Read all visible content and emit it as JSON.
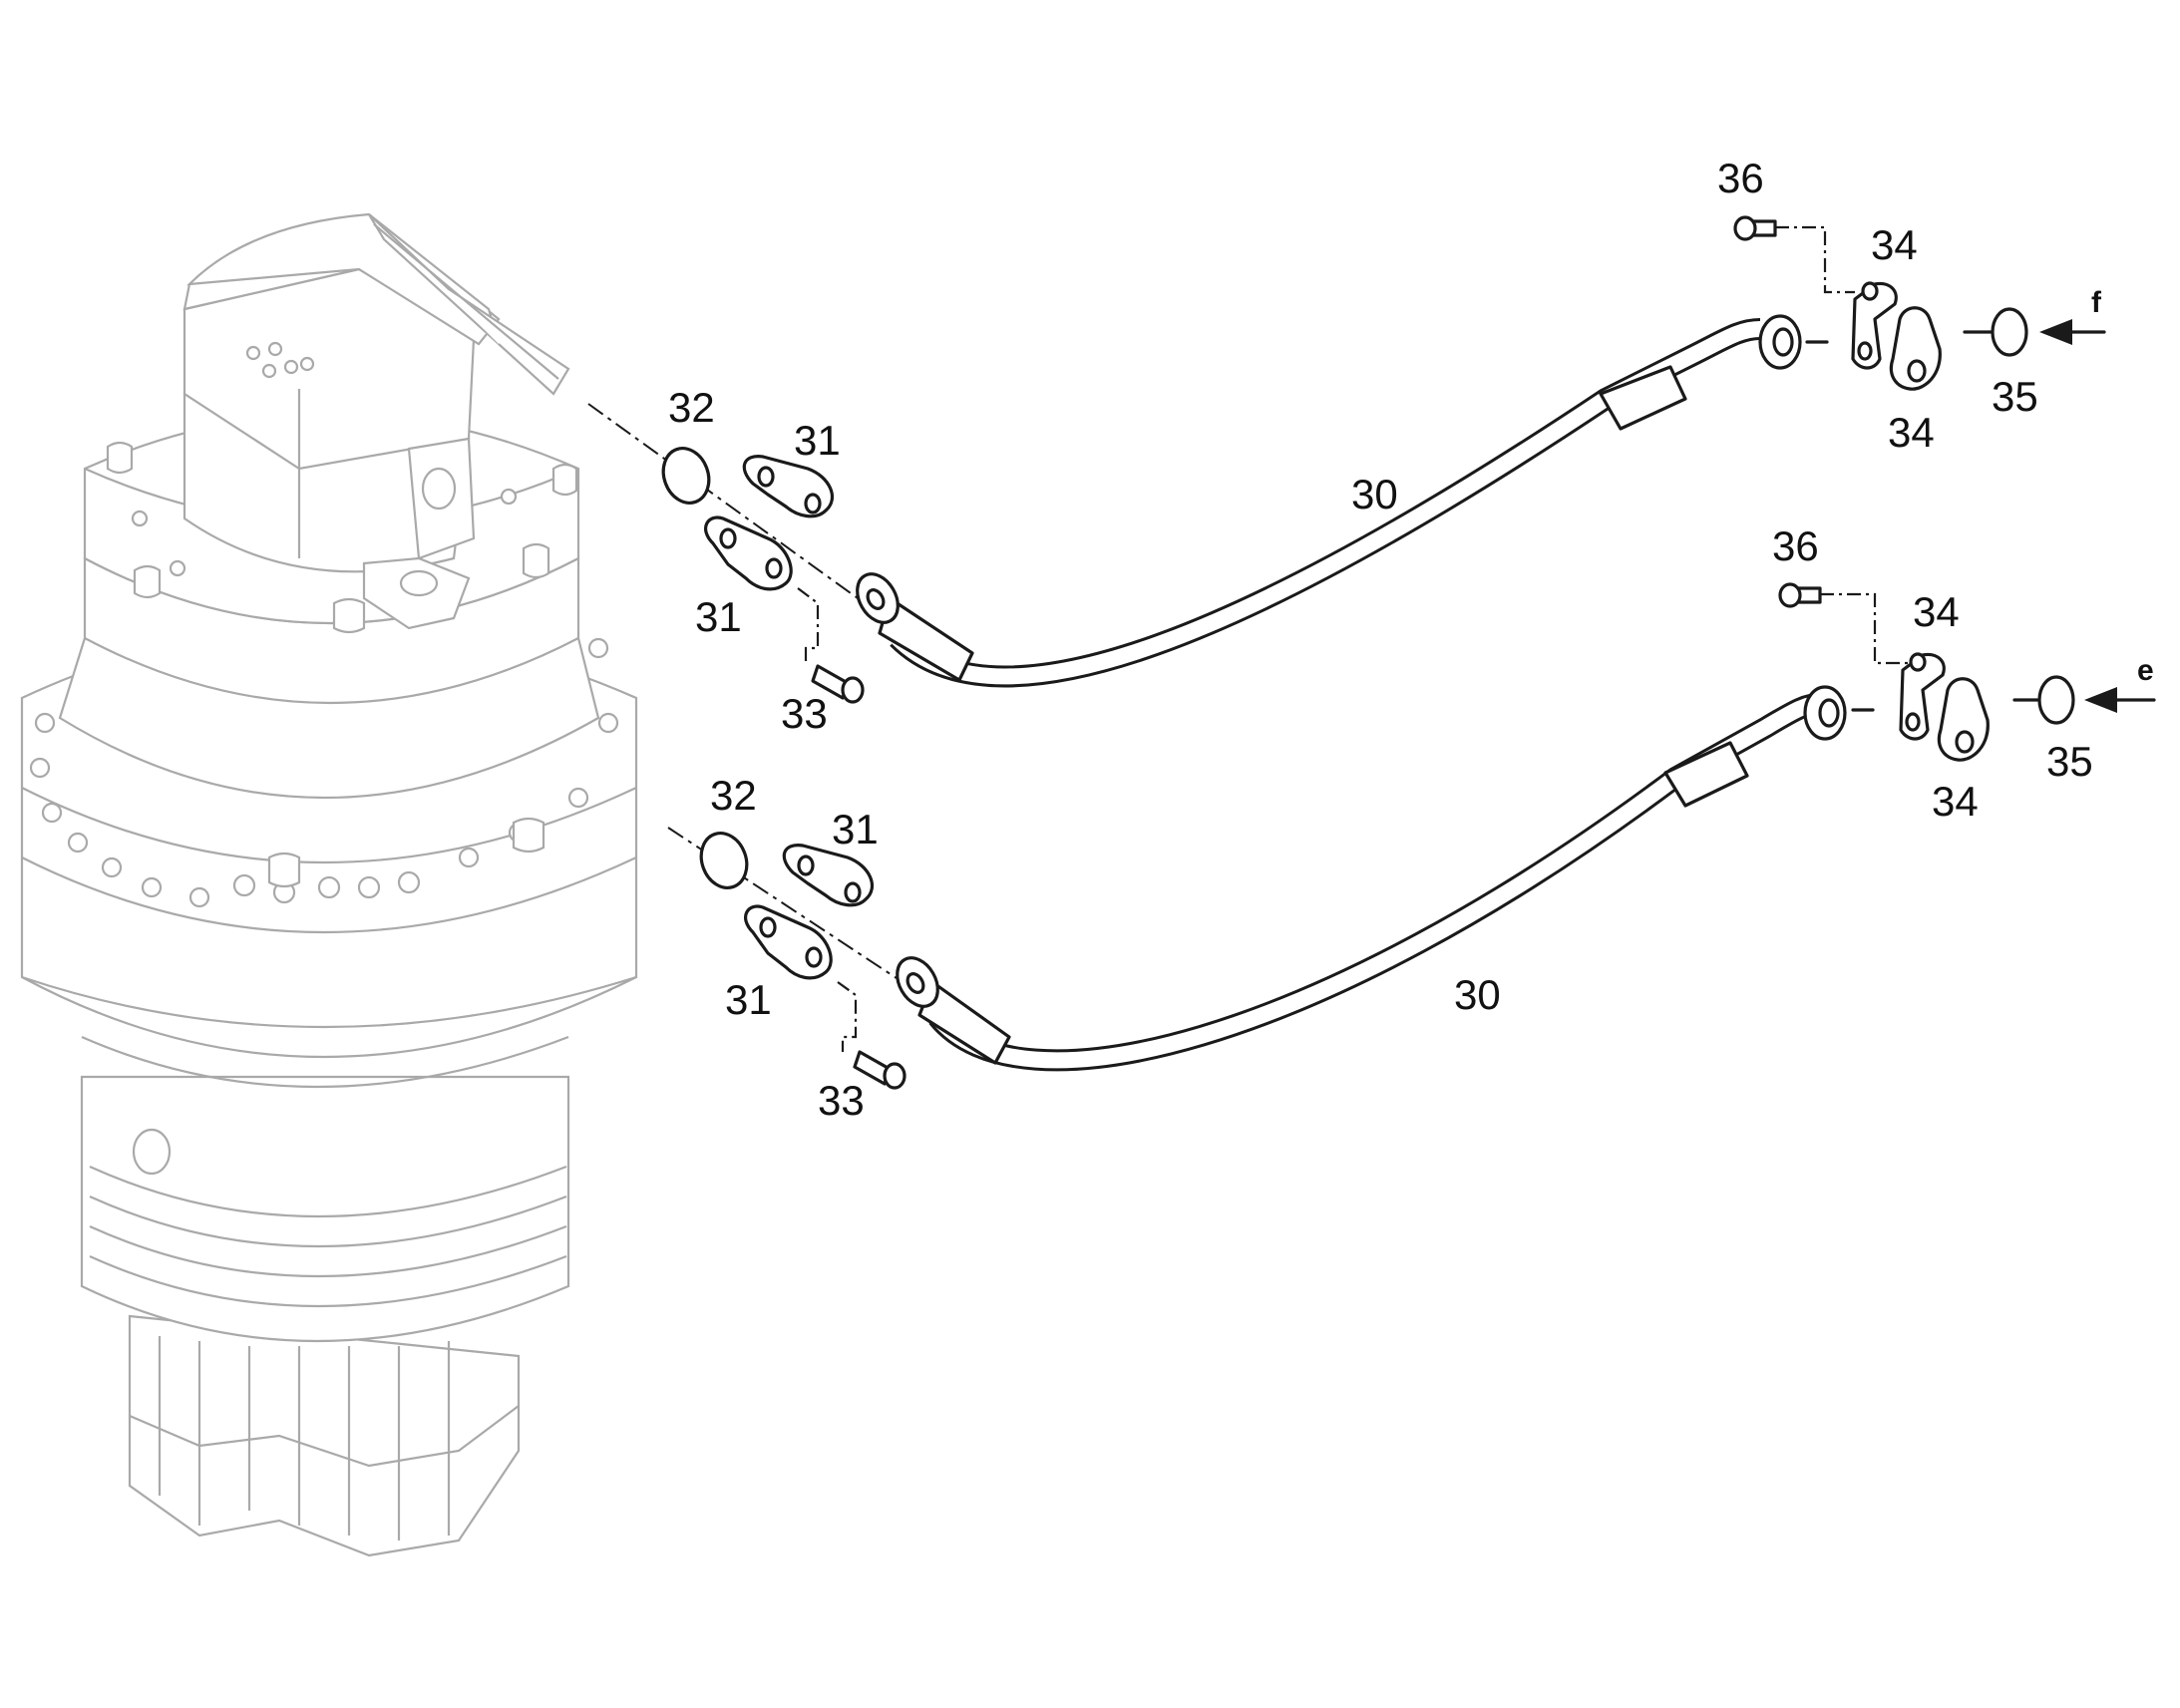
{
  "labels": {
    "hose_upper": "30",
    "hose_lower": "30",
    "flange_half_upper_a": "31",
    "flange_half_upper_b": "31",
    "flange_half_lower_a": "31",
    "flange_half_lower_b": "31",
    "oring_upper_left": "32",
    "oring_lower_left": "32",
    "screw_upper_left": "33",
    "screw_lower_left": "33",
    "clamp_upper_a": "34",
    "clamp_upper_b": "34",
    "clamp_lower_a": "34",
    "clamp_lower_b": "34",
    "oring_upper_right": "35",
    "oring_lower_right": "35",
    "screw_upper_right": "36",
    "screw_lower_right": "36",
    "port_upper": "f",
    "port_lower": "e"
  },
  "colors": {
    "line": "#1a1a1a",
    "ghost_line": "#a9a9a9",
    "background": "#ffffff"
  }
}
